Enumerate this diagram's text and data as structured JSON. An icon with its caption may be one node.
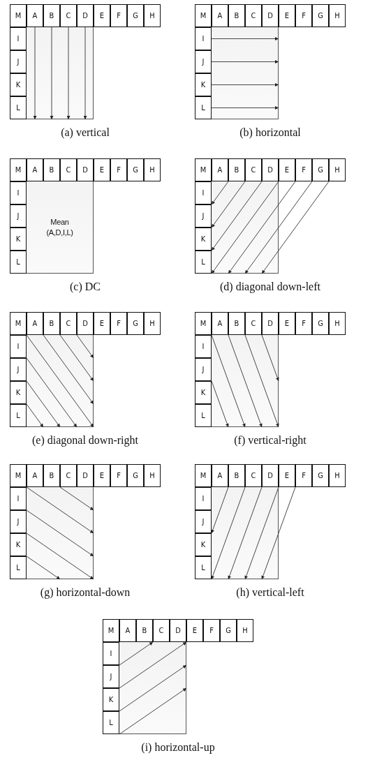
{
  "diagram": {
    "nodes": [
      {
        "text": [
          "M"
        ]
      },
      {
        "text": [
          "A"
        ]
      },
      {
        "text": [
          "B"
        ]
      },
      {
        "text": [
          "C"
        ]
      },
      {
        "text": [
          "D"
        ]
      },
      {
        "text": [
          "E"
        ]
      },
      {
        "text": [
          "F"
        ]
      },
      {
        "text": [
          "G"
        ]
      },
      {
        "text": [
          "H"
        ]
      },
      {
        "text": [
          "I"
        ]
      },
      {
        "text": [
          "J"
        ]
      },
      {
        "text": [
          "K"
        ]
      },
      {
        "text": [
          "L"
        ]
      },
      {
        "text": [],
        "shape": "box"
      },
      {
        "text": [
          "M"
        ]
      },
      {
        "text": [
          "A"
        ]
      },
      {
        "text": [
          "B"
        ]
      },
      {
        "text": [
          "C"
        ]
      },
      {
        "text": [
          "D"
        ]
      },
      {
        "text": [
          "E"
        ]
      },
      {
        "text": [
          "F"
        ]
      },
      {
        "text": [
          "G"
        ]
      },
      {
        "text": [
          "H"
        ]
      },
      {
        "text": [
          "I"
        ]
      },
      {
        "text": [
          "J"
        ]
      },
      {
        "text": [
          "K"
        ]
      },
      {
        "text": [
          "L"
        ]
      },
      {
        "text": [],
        "shape": "box"
      },
      {
        "text": [
          "M"
        ]
      },
      {
        "text": [
          "A"
        ]
      },
      {
        "text": [
          "B"
        ]
      },
      {
        "text": [
          "C"
        ]
      },
      {
        "text": [
          "D"
        ]
      },
      {
        "text": [
          "E"
        ]
      },
      {
        "text": [
          "F"
        ]
      },
      {
        "text": [
          "G"
        ]
      },
      {
        "text": [
          "H"
        ]
      },
      {
        "text": [
          "I"
        ]
      },
      {
        "text": [
          "J"
        ]
      },
      {
        "text": [
          "K"
        ]
      },
      {
        "text": [
          "L"
        ]
      },
      {
        "text": [
          "Mean (A,D,I,L)"
        ]
      },
      {
        "text": [
          "M"
        ]
      },
      {
        "text": [
          "A"
        ]
      },
      {
        "text": [
          "B"
        ]
      },
      {
        "text": [
          "C"
        ]
      },
      {
        "text": [
          "D"
        ]
      },
      {
        "text": [
          "E"
        ]
      },
      {
        "text": [
          "F"
        ]
      },
      {
        "text": [
          "G"
        ]
      },
      {
        "text": [
          "H"
        ]
      },
      {
        "text": [
          "I"
        ]
      },
      {
        "text": [
          "J"
        ]
      },
      {
        "text": [
          "K"
        ]
      },
      {
        "text": [
          "L"
        ]
      },
      {
        "text": [],
        "shape": "box"
      },
      {
        "text": [
          "M"
        ]
      },
      {
        "text": [
          "A"
        ]
      },
      {
        "text": [
          "B"
        ]
      },
      {
        "text": [
          "C"
        ]
      },
      {
        "text": [
          "D"
        ]
      },
      {
        "text": [
          "E"
        ]
      },
      {
        "text": [
          "F"
        ]
      },
      {
        "text": [
          "G"
        ]
      },
      {
        "text": [
          "H"
        ]
      },
      {
        "text": [
          "I"
        ]
      },
      {
        "text": [
          "J"
        ]
      },
      {
        "text": [
          "K"
        ]
      },
      {
        "text": [
          "L"
        ]
      },
      {
        "text": [],
        "shape": "box"
      },
      {
        "text": [
          "M"
        ]
      },
      {
        "text": [
          "A"
        ]
      },
      {
        "text": [
          "B"
        ]
      },
      {
        "text": [
          "C"
        ]
      },
      {
        "text": [
          "D"
        ]
      },
      {
        "text": [
          "E"
        ]
      },
      {
        "text": [
          "F"
        ]
      },
      {
        "text": [
          "G"
        ]
      },
      {
        "text": [
          "H"
        ]
      },
      {
        "text": [
          "I"
        ]
      },
      {
        "text": [
          "J"
        ]
      },
      {
        "text": [
          "K"
        ]
      },
      {
        "text": [
          "L"
        ]
      },
      {
        "text": [],
        "shape": "box"
      },
      {
        "text": [
          "M"
        ]
      },
      {
        "text": [
          "A"
        ]
      },
      {
        "text": [
          "B"
        ]
      },
      {
        "text": [
          "C"
        ]
      },
      {
        "text": [
          "D"
        ]
      },
      {
        "text": [
          "E"
        ]
      },
      {
        "text": [
          "F"
        ]
      },
      {
        "text": [
          "G"
        ]
      },
      {
        "text": [
          "H"
        ]
      },
      {
        "text": [
          "I"
        ]
      },
      {
        "text": [
          "J"
        ]
      },
      {
        "text": [
          "K"
        ]
      },
      {
        "text": [
          "L"
        ]
      },
      {
        "text": [],
        "shape": "box"
      },
      {
        "text": [
          "M"
        ]
      },
      {
        "text": [
          "A"
        ]
      },
      {
        "text": [
          "B"
        ]
      },
      {
        "text": [
          "C"
        ]
      },
      {
        "text": [
          "D"
        ]
      },
      {
        "text": [
          "E"
        ]
      },
      {
        "text": [
          "F"
        ]
      },
      {
        "text": [
          "G"
        ]
      },
      {
        "text": [
          "H"
        ]
      },
      {
        "text": [
          "I"
        ]
      },
      {
        "text": [
          "J"
        ]
      },
      {
        "text": [
          "K"
        ]
      },
      {
        "text": [
          "L"
        ]
      },
      {
        "text": [],
        "shape": "box"
      },
      {
        "text": [
          "M"
        ]
      },
      {
        "text": [
          "A"
        ]
      },
      {
        "text": [
          "B"
        ]
      },
      {
        "text": [
          "C"
        ]
      },
      {
        "text": [
          "D"
        ]
      },
      {
        "text": [
          "E"
        ]
      },
      {
        "text": [
          "F"
        ]
      },
      {
        "text": [
          "G"
        ]
      },
      {
        "text": [
          "H"
        ]
      },
      {
        "text": [
          "I"
        ]
      },
      {
        "text": [
          "J"
        ]
      },
      {
        "text": [
          "K"
        ]
      },
      {
        "text": [
          "L"
        ]
      },
      {
        "text": [],
        "shape": "box"
      }
    ],
    "edges": [
      {
        "from": 1,
        "to": 13,
        "arrow": "to"
      },
      {
        "from": 2,
        "to": 13,
        "arrow": "to"
      },
      {
        "from": 3,
        "to": 13,
        "arrow": "to"
      },
      {
        "from": 4,
        "to": 13,
        "arrow": "to"
      },
      {
        "from": 23,
        "to": 27,
        "arrow": "to"
      },
      {
        "from": 24,
        "to": 27,
        "arrow": "to"
      },
      {
        "from": 25,
        "to": 27,
        "arrow": "to"
      },
      {
        "from": 26,
        "to": 27,
        "arrow": "to"
      },
      {
        "from": 43,
        "to": 55,
        "arrow": "to"
      },
      {
        "from": 44,
        "to": 55,
        "arrow": "to"
      },
      {
        "from": 45,
        "to": 55,
        "arrow": "to"
      },
      {
        "from": 46,
        "to": 55,
        "arrow": "to"
      },
      {
        "from": 47,
        "to": 55,
        "arrow": "to"
      },
      {
        "from": 48,
        "to": 55,
        "arrow": "to"
      },
      {
        "from": 49,
        "to": 55,
        "arrow": "to"
      },
      {
        "from": 56,
        "to": 69,
        "arrow": "to"
      },
      {
        "from": 57,
        "to": 69,
        "arrow": "to"
      },
      {
        "from": 58,
        "to": 69,
        "arrow": "to"
      },
      {
        "from": 59,
        "to": 69,
        "arrow": "to"
      },
      {
        "from": 65,
        "to": 69,
        "arrow": "to"
      },
      {
        "from": 66,
        "to": 69,
        "arrow": "to"
      },
      {
        "from": 67,
        "to": 69,
        "arrow": "to"
      },
      {
        "from": 70,
        "to": 83,
        "arrow": "to"
      },
      {
        "from": 71,
        "to": 83,
        "arrow": "to"
      },
      {
        "from": 72,
        "to": 83,
        "arrow": "to"
      },
      {
        "from": 73,
        "to": 83,
        "arrow": "to"
      },
      {
        "from": 80,
        "to": 83,
        "arrow": "to"
      },
      {
        "from": 84,
        "to": 97,
        "arrow": "to"
      },
      {
        "from": 86,
        "to": 97,
        "arrow": "to"
      },
      {
        "from": 93,
        "to": 97,
        "arrow": "to"
      },
      {
        "from": 94,
        "to": 97,
        "arrow": "to"
      },
      {
        "from": 95,
        "to": 97,
        "arrow": "to"
      },
      {
        "from": 99,
        "to": 111,
        "arrow": "to"
      },
      {
        "from": 100,
        "to": 111,
        "arrow": "to"
      },
      {
        "from": 101,
        "to": 111,
        "arrow": "to"
      },
      {
        "from": 102,
        "to": 111,
        "arrow": "to"
      },
      {
        "from": 103,
        "to": 111,
        "arrow": "to"
      },
      {
        "from": 121,
        "to": 125,
        "arrow": "to"
      },
      {
        "from": 122,
        "to": 125,
        "arrow": "to"
      },
      {
        "from": 123,
        "to": 125,
        "arrow": "to"
      },
      {
        "from": 124,
        "to": 125,
        "arrow": "to"
      }
    ],
    "labels": [
      "(a) vertical",
      "(b) horizontal",
      "(c) DC",
      "(d) diagonal down-left",
      "(e) diagonal down-right",
      "(f) vertical-right",
      "(g) horizontal-down",
      "(h) vertical-left",
      "(i) horizontal-up"
    ]
  }
}
